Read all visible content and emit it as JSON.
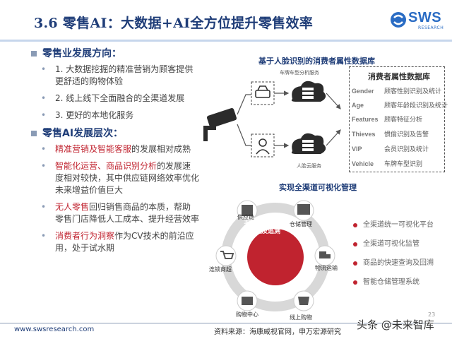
{
  "title": "3.6 零售AI：大数据+AI全方位提升零售效率",
  "logo": {
    "text": "SWS",
    "sub": "RESEARCH"
  },
  "left": {
    "section1": {
      "heading": "零售业发展方向：",
      "items": [
        {
          "text": "1. 大数据挖掘的精准营销为顾客提供更舒适的购物体验"
        },
        {
          "text": "2. 线上线下全面融合的全渠道发展"
        },
        {
          "text": "3. 更好的本地化服务"
        }
      ]
    },
    "section2": {
      "heading": "零售AI发展层次：",
      "items": [
        {
          "highlight": "精准营销及智能客服",
          "rest": "的发展相对成熟"
        },
        {
          "highlight": "智能化运营、商品识别分析",
          "rest": "的发展速度相对较快，其中供应链网络效率优化未来增益价值巨大"
        },
        {
          "highlight": "无人零售",
          "rest": "回归销售商品的本质，帮助零售门店降低人工成本、提升经营效率"
        },
        {
          "highlight": "消费者行为洞察",
          "rest": "作为CV技术的前沿应用，处于试水期"
        }
      ]
    }
  },
  "face_panel": {
    "title": "基于人脸识别的消费者属性数据库",
    "car_service": "车牌车型分析服务",
    "face_service": "人脸云服务",
    "db_title": "消费者属性数据库",
    "rows": [
      {
        "key": "Gender",
        "value": "顾客性别识别及统计"
      },
      {
        "key": "Age",
        "value": "顾客年龄段识别及统计"
      },
      {
        "key": "Features",
        "value": "顾客特征分析"
      },
      {
        "key": "Thieves",
        "value": "惯偷识别及告警"
      },
      {
        "key": "VIP",
        "value": "会员识别及统计"
      },
      {
        "key": "Vehicle",
        "value": "车牌车型识别"
      }
    ]
  },
  "omni_panel": {
    "title": "实现全渠道可视化管理",
    "center_line1": "全渠道可视化",
    "center_line2": "管理及追溯",
    "nodes": [
      {
        "label": "供应链"
      },
      {
        "label": "仓储管理"
      },
      {
        "label": "物流运输"
      },
      {
        "label": "线上购物"
      },
      {
        "label": "购物中心"
      },
      {
        "label": "连锁商超"
      }
    ],
    "legend": [
      "全渠道统一可视化平台",
      "全渠道可视化监管",
      "商品的快速查询及回溯",
      "智能仓储管理系统"
    ]
  },
  "footer": {
    "url": "www.swsresearch.com",
    "source": "资料来源：海康威视官网，申万宏源研究",
    "page": "23",
    "watermark": "头条 @未来智库"
  },
  "colors": {
    "title_blue": "#1f3d78",
    "accent_red": "#c0232f",
    "logo_blue": "#2a6cc4"
  }
}
